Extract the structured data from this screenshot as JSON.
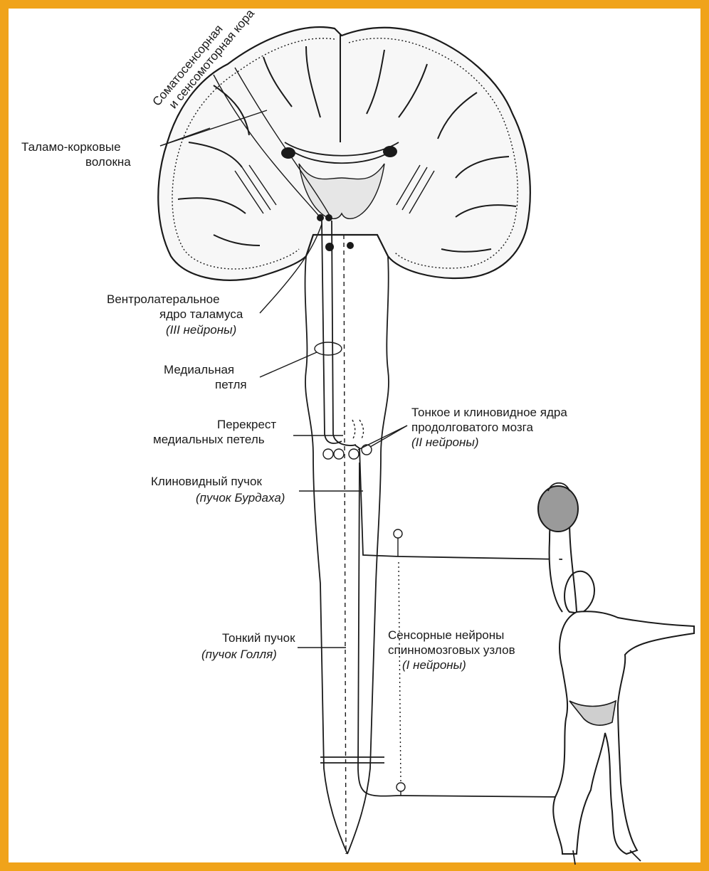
{
  "frame_color": "#f0a31a",
  "labels": {
    "cortex_line1": "Соматосенсорная",
    "cortex_line2": "и сенсомоторная кора",
    "thalamocortical_line1": "Таламо-корковые",
    "thalamocortical_line2": "волокна",
    "ventrolateral_line1": "Вентролатеральное",
    "ventrolateral_line2": "ядро таламуса",
    "ventrolateral_line3": "(III нейроны)",
    "medial_lemniscus_line1": "Медиальная",
    "medial_lemniscus_line2": "петля",
    "decussation_line1": "Перекрест",
    "decussation_line2": "медиальных петель",
    "nuclei_line1": "Тонкое и клиновидное ядра",
    "nuclei_line2": "продолговатого мозга",
    "nuclei_line3": "(II нейроны)",
    "cuneate_line1": "Клиновидный пучок",
    "cuneate_line2": "(пучок Бурдаха)",
    "gracile_line1": "Тонкий пучок",
    "gracile_line2": "(пучок Голля)",
    "sensory_line1": "Сенсорные нейроны",
    "sensory_line2": "спинномозговых узлов",
    "sensory_line3": "(I нейроны)"
  }
}
